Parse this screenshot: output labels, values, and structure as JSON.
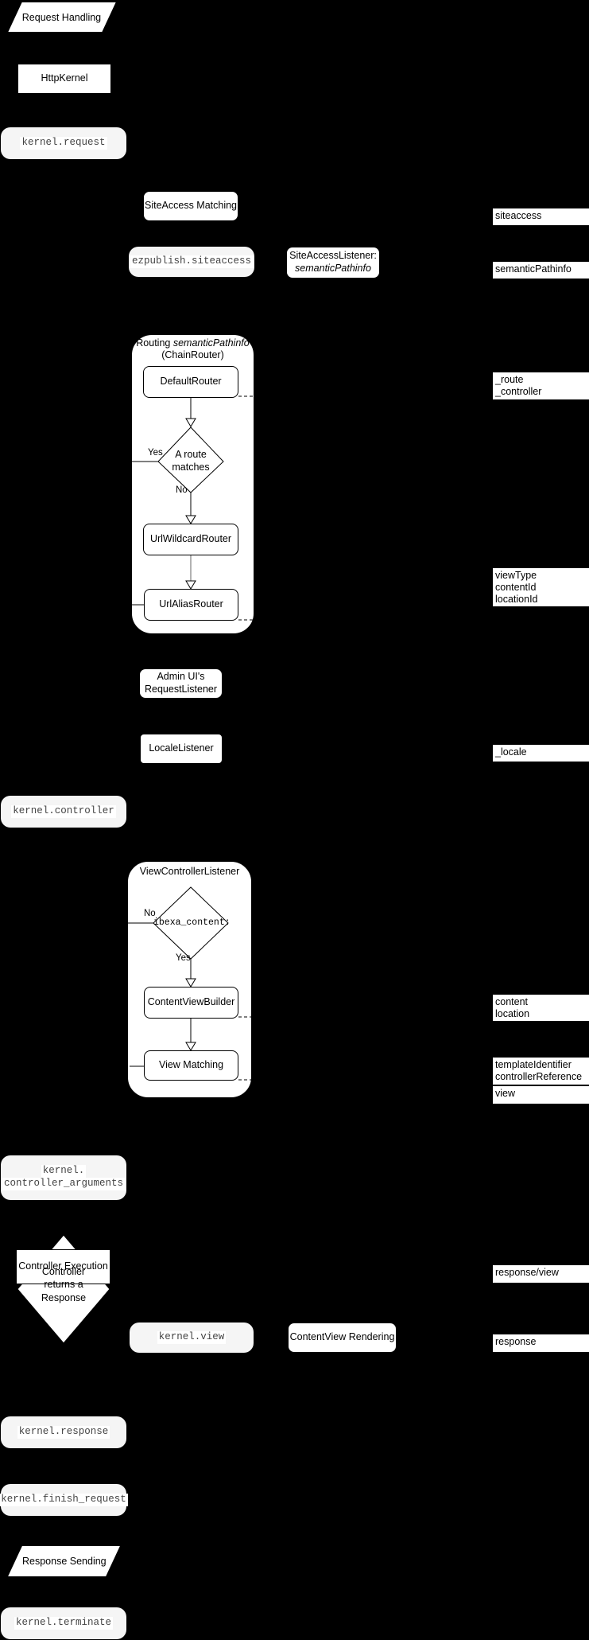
{
  "diagram_title": "Request Handling",
  "nodes": {
    "request_handling": "Request Handling",
    "http_kernel": "HttpKernel",
    "kernel_request": "kernel.request",
    "siteaccess_matching": "SiteAccess Matching",
    "ezpublish_siteaccess": "ezpublish.siteaccess",
    "siteaccess_listener_line1": "SiteAccessListener:",
    "siteaccess_listener_line2": "semanticPathinfo",
    "routing_title_prefix": "Routing ",
    "routing_title_italic": "semanticPathinfo",
    "routing_title_line2": "(ChainRouter)",
    "default_router": "DefaultRouter",
    "route_matches_line1": "A route",
    "route_matches_line2": "matches",
    "url_wildcard_router": "UrlWildcardRouter",
    "url_alias_router": "UrlAliasRouter",
    "admin_listener_line1": "Admin UI's",
    "admin_listener_line2": "RequestListener",
    "locale_listener": "LocaleListener",
    "kernel_controller": "kernel.controller",
    "vcl_title": "ViewControllerListener",
    "ibexa_content_decision": "ibexa_content:",
    "content_view_builder": "ContentViewBuilder",
    "view_matching": "View Matching",
    "kernel_controller_arguments_line1": "kernel.",
    "kernel_controller_arguments_line2": "controller_arguments",
    "controller_execution": "Controller Execution",
    "controller_returns_line1": "Controller",
    "controller_returns_line2": "returns a",
    "controller_returns_line3": "Response",
    "kernel_view": "kernel.view",
    "contentview_rendering": "ContentView Rendering",
    "kernel_response": "kernel.response",
    "kernel_finish_request": "kernel.finish_request",
    "response_sending": "Response Sending",
    "kernel_terminate": "kernel.terminate"
  },
  "branch_labels": {
    "routing_yes": "Yes",
    "routing_no": "No",
    "vcl_no": "No",
    "vcl_yes": "Yes"
  },
  "annotations": {
    "siteaccess": "siteaccess",
    "semantic_pathinfo": "semanticPathinfo",
    "route_controller": [
      "_route",
      "_controller"
    ],
    "view_params": [
      "viewType",
      "contentId",
      "locationId"
    ],
    "locale": "_locale",
    "content_location": [
      "content",
      "location"
    ],
    "template_controller": [
      "templateIdentifier",
      "controllerReference"
    ],
    "view": "view",
    "response_view": "response/view",
    "response": "response"
  },
  "colors": {
    "background": "#000000",
    "node_fill": "#ffffff",
    "event_fill": "#f5f5f5",
    "border": "#000000",
    "annotation_fill": "#ffffff",
    "event_text": "#444444"
  }
}
